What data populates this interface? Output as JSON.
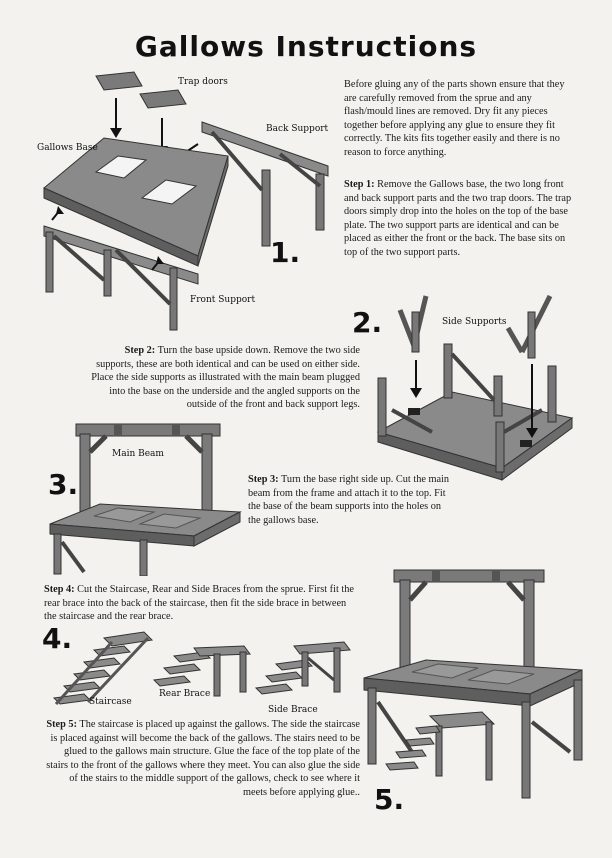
{
  "title": "Gallows Instructions",
  "intro": "Before gluing any of the parts shown ensure that they are carefully removed from the sprue and any flash/mould lines are removed. Dry fit any pieces together before applying any glue to ensure they fit correctly. The kits fits together easily and there is no reason to force anything.",
  "labels": {
    "trap_doors": "Trap doors",
    "back_support": "Back Support",
    "gallows_base": "Gallows Base",
    "front_support": "Front Support",
    "side_supports": "Side Supports",
    "main_beam": "Main Beam",
    "staircase": "Staircase",
    "rear_brace": "Rear Brace",
    "side_brace": "Side Brace"
  },
  "steps": [
    {
      "number": "1.",
      "lead": "Step 1:",
      "text": " Remove the Gallows base, the two long front and back support parts and the two trap doors. The trap doors simply drop into the holes on the top of the base plate. The two support parts are identical and can be placed as either the front or the back. The base sits on top of the two support parts."
    },
    {
      "number": "2.",
      "lead": "Step 2:",
      "text": " Turn the base upside down. Remove the two side supports, these are both identical and can be used on either side. Place the side supports as illustrated with the main beam plugged into the base on the underside and the angled supports on the outside of the front and back support legs."
    },
    {
      "number": "3.",
      "lead": "Step 3:",
      "text": " Turn the base right side up. Cut the main beam from the frame and attach it to the top. Fit the base of the beam supports into the holes on the gallows base."
    },
    {
      "number": "4.",
      "lead": "Step 4:",
      "text": " Cut the Staircase, Rear and Side Braces from the sprue. First fit the rear brace into the back of the staircase, then fit the side brace in between the staircase and the rear brace."
    },
    {
      "number": "5.",
      "lead": "Step 5:",
      "text": " The staircase is placed up against the gallows. The side the staircase is placed against will become the back of the gallows. The stairs need to be glued to the gallows main structure.  Glue the face of the top plate of the stairs to the front of the gallows where they meet. You can also glue the side of the stairs to the middle support of the gallows, check to see where it meets before applying glue.."
    }
  ]
}
